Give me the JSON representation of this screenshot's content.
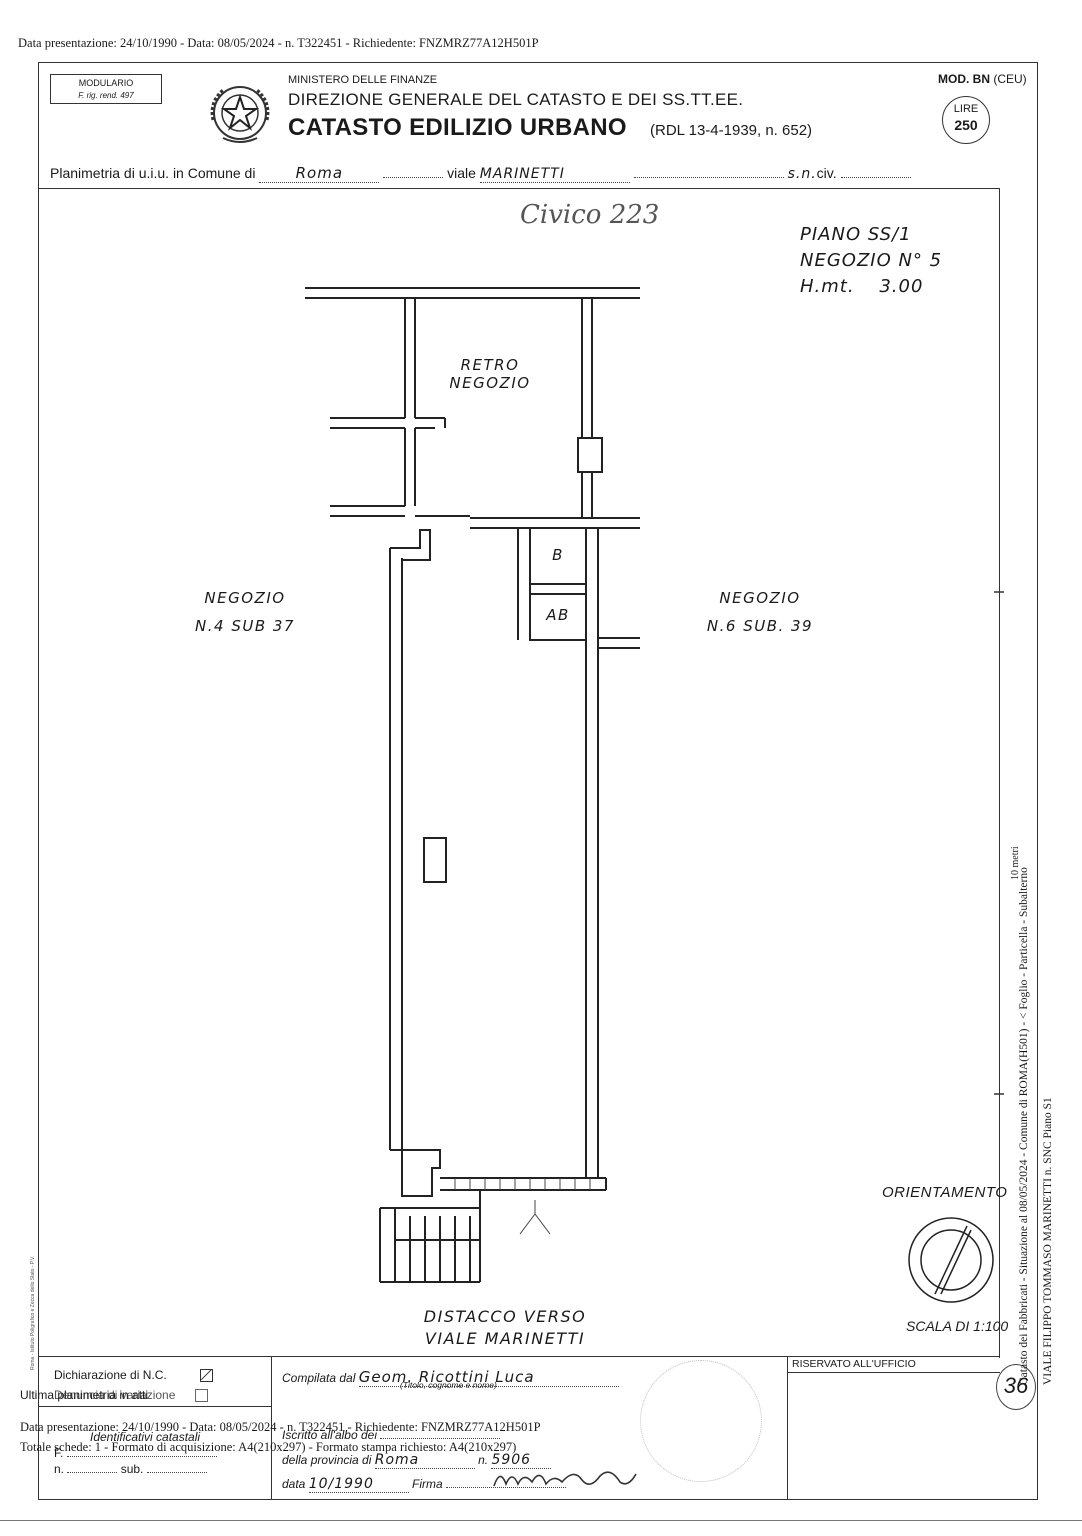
{
  "header": {
    "presentation_line": "Data presentazione: 24/10/1990 - Data: 08/05/2024 - n. T322451 - Richiedente: FNZMRZ77A12H501P"
  },
  "form": {
    "modulario_title": "MODULARIO",
    "modulario_sub": "F. rig. rend. 497",
    "ministry": "MINISTERO DELLE FINANZE",
    "direzione": "DIREZIONE GENERALE DEL CATASTO E DEI SS.TT.EE.",
    "catasto": "CATASTO EDILIZIO URBANO",
    "catasto_ref": "(RDL 13-4-1939, n. 652)",
    "mod_bn": "MOD. BN",
    "mod_ceu": "(CEU)",
    "lire_label": "LIRE",
    "lire_value": "250",
    "emblem_icon": "republic-emblem-icon"
  },
  "planimetria": {
    "prefix": "Planimetria di u.i.u. in Comune di",
    "comune": "Roma",
    "via_label": "viale",
    "via": "MARINETTI",
    "civ_prefix": "s.n.",
    "civ_label": "civ."
  },
  "plan": {
    "civico": "Civico 223",
    "piano": "PIANO SS/1",
    "negozio": "NEGOZIO N° 5",
    "altezza_label": "H.mt.",
    "altezza_value": "3.00",
    "retro_line1": "RETRO",
    "retro_line2": "NEGOZIO",
    "room_b": "B",
    "room_ab": "AB",
    "left_line1": "NEGOZIO",
    "left_line2": "N.4  SUB 37",
    "right_line1": "NEGOZIO",
    "right_line2": "N.6  SUB. 39",
    "distacco_line1": "DISTACCO  VERSO",
    "distacco_line2": "VIALE  MARINETTI",
    "orientamento": "ORIENTAMENTO",
    "scala": "SCALA DI 1:100"
  },
  "footer": {
    "dichiarazione": "Dichiarazione di N.C.",
    "ultima_planimetria": "Ultima planimetria in atti",
    "denuncia_variazione": "Denuncia di variazione",
    "identificativi": "Identificativi catastali",
    "f_label": "F.",
    "n_label": "n.",
    "sub_label": "sub.",
    "compilata_label": "Compilata dal",
    "compilata_value": "Geom. Ricottini Luca",
    "titolo_hint": "(Titolo, cognome e nome)",
    "iscritto_label": "Iscritto all'albo dei",
    "provincia_label": "della provincia di",
    "provincia_value": "Roma",
    "n_albo_label": "n.",
    "n_albo_value": "5906",
    "data_label": "data",
    "data_value": "10/1990",
    "firma_label": "Firma",
    "riservato": "RISERVATO ALL'UFFICIO",
    "presentation_repeat": "Data presentazione: 24/10/1990 - Data: 08/05/2024 - n. T322451 - Richiedente: FNZMRZ77A12H501P",
    "totale_schede": "Totale schede: 1 - Formato di acquisizione: A4(210x297) - Formato stampa richiesto: A4(210x297)",
    "page_number": "36"
  },
  "side": {
    "scale_bar": "10 metri",
    "vertical_1": "Catasto dei Fabbricati - Situazione al 08/05/2024 - Comune di ROMA(H501) - < Foglio    - Particella    - Subalterno",
    "vertical_2": "VIALE FILIPPO TOMMASO MARINETTI n. SNC Piano S1",
    "left_edge": "Roma - Istituto Poligrafico e Zecca dello Stato - P.V."
  }
}
